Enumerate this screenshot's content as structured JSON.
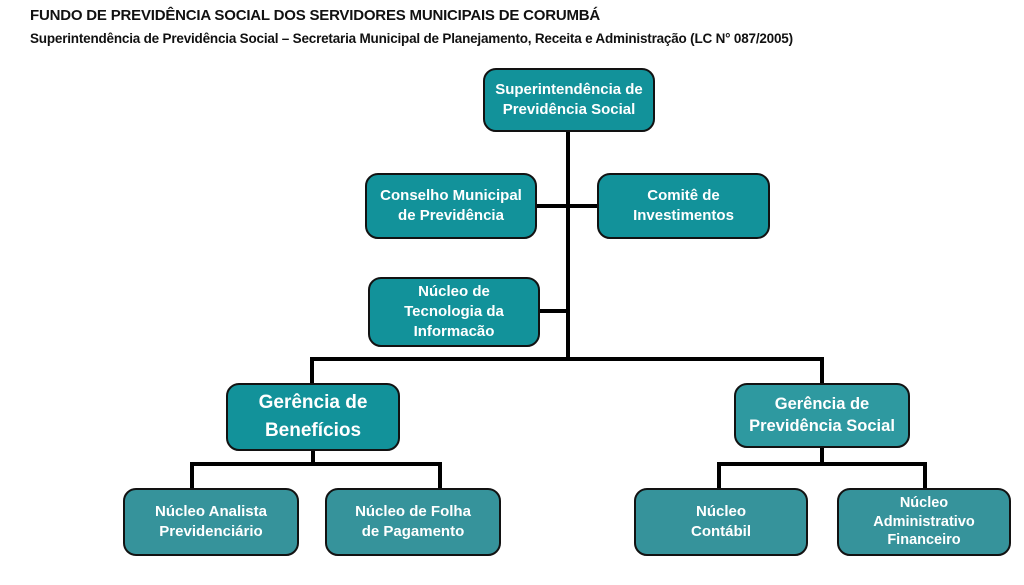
{
  "header": {
    "title": "FUNDO DE PREVIDÊNCIA SOCIAL DOS SERVIDORES MUNICIPAIS DE CORUMBÁ",
    "subtitle": "Superintendência de Previdência Social – Secretaria Municipal de Planejamento, Receita e Administração (LC N° 087/2005)"
  },
  "colors": {
    "teal_dark": "#12929A",
    "teal_medium": "#2E99A0",
    "teal_light": "#36939B",
    "connector": "#000000",
    "node_text": "#FFFFFF",
    "header_text": "#111111"
  },
  "nodes": {
    "superintendencia": {
      "label": "Superintendência de\nPrevidência Social"
    },
    "conselho": {
      "label": "Conselho Municipal\nde Previdência"
    },
    "comite": {
      "label": "Comitê de\nInvestimentos"
    },
    "nucleo_ti": {
      "label": "Núcleo de\nTecnologia da\nInformacão"
    },
    "gerencia_beneficios": {
      "label": "Gerência de\nBenefícios"
    },
    "gerencia_previdencia": {
      "label": "Gerência de\nPrevidência Social"
    },
    "nucleo_analista": {
      "label": "Núcleo Analista\nPrevidenciário"
    },
    "nucleo_folha": {
      "label": "Núcleo de Folha\nde Pagamento"
    },
    "nucleo_contabil": {
      "label": "Núcleo\nContábil"
    },
    "nucleo_adm_financeiro": {
      "label": "Núcleo\nAdministrativo\nFinanceiro"
    }
  },
  "hierarchy": {
    "superintendencia": [
      "conselho",
      "comite",
      "nucleo_ti",
      "gerencia_beneficios",
      "gerencia_previdencia"
    ],
    "gerencia_beneficios": [
      "nucleo_analista",
      "nucleo_folha"
    ],
    "gerencia_previdencia": [
      "nucleo_contabil",
      "nucleo_adm_financeiro"
    ]
  }
}
